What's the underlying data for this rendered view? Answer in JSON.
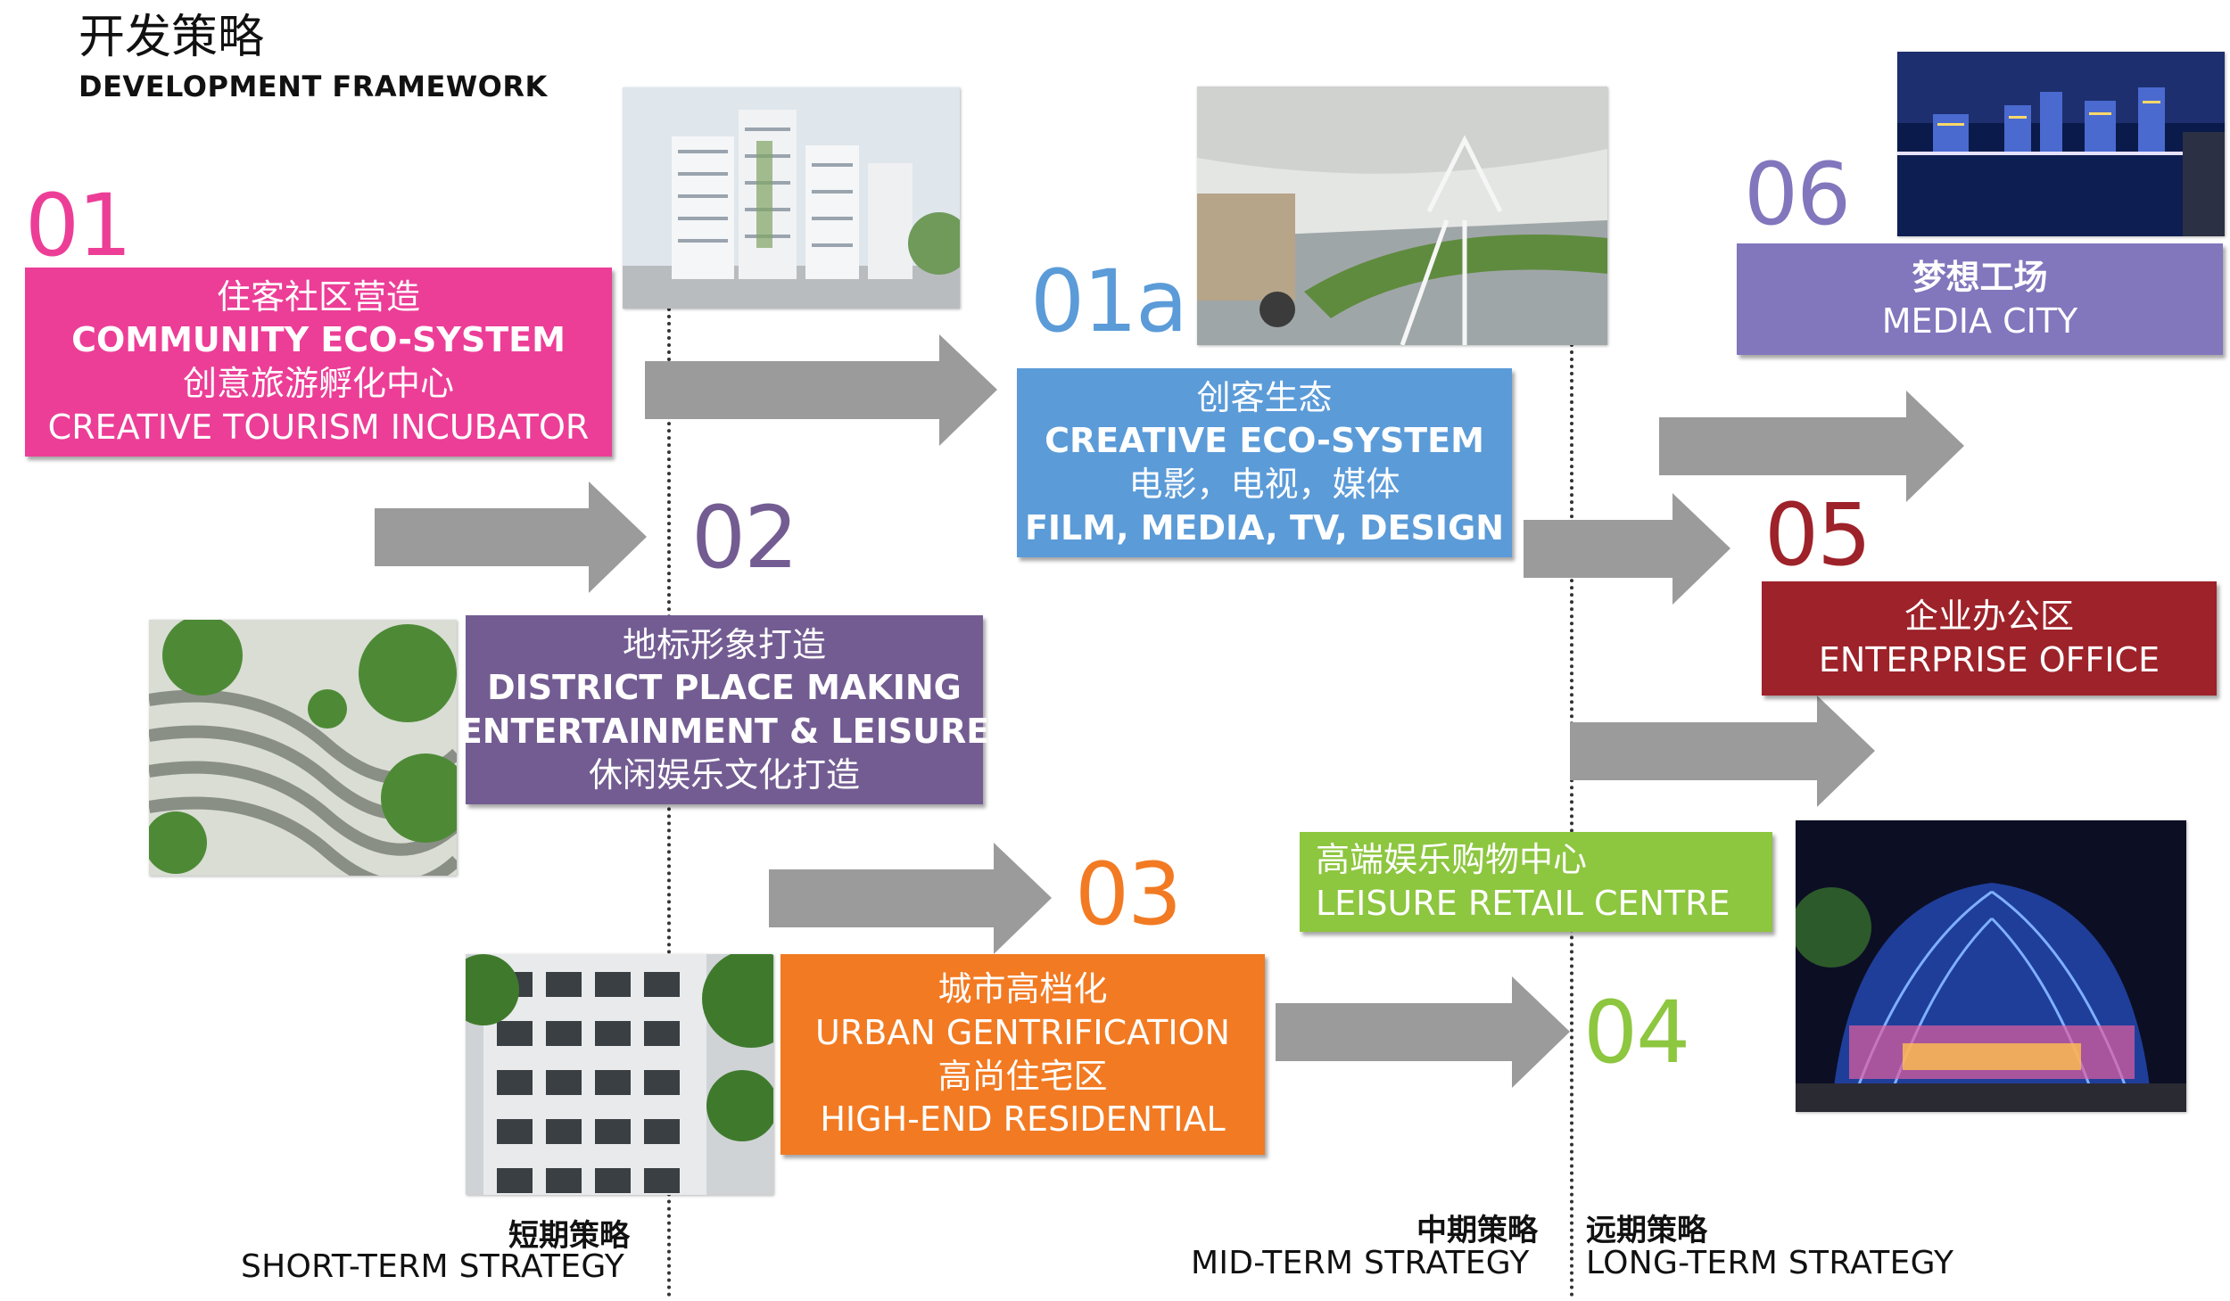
{
  "header": {
    "title_cn": "开发策略",
    "title_en": "DEVELOPMENT FRAMEWORK"
  },
  "colors": {
    "pink": "#ec3e97",
    "purple": "#735c92",
    "blue": "#5b9bd8",
    "orange": "#f27a22",
    "green": "#8dc63f",
    "red": "#9d2229",
    "violet": "#8276bd",
    "arrow": "#9b9b9b"
  },
  "stages": [
    {
      "id": "01",
      "lines": [
        "住客社区营造",
        "COMMUNITY ECO-SYSTEM",
        "创意旅游孵化中心",
        "CREATIVE TOURISM INCUBATOR"
      ]
    },
    {
      "id": "02",
      "lines": [
        "地标形象打造",
        "DISTRICT PLACE MAKING",
        "ENTERTAINMENT & LEISURE",
        "休闲娱乐文化打造"
      ]
    },
    {
      "id": "01a",
      "lines": [
        "创客生态",
        "CREATIVE ECO-SYSTEM",
        "电影，电视，媒体",
        "FILM, MEDIA, TV, DESIGN"
      ]
    },
    {
      "id": "03",
      "lines": [
        "城市高档化",
        "URBAN GENTRIFICATION",
        "高尚住宅区",
        "HIGH-END RESIDENTIAL"
      ]
    },
    {
      "id": "04",
      "lines": [
        "高端娱乐购物中心",
        "LEISURE RETAIL CENTRE"
      ]
    },
    {
      "id": "05",
      "lines": [
        "企业办公区",
        "ENTERPRISE OFFICE"
      ]
    },
    {
      "id": "06",
      "lines": [
        "梦想工场",
        "MEDIA CITY"
      ]
    }
  ],
  "timeline": [
    {
      "cn": "短期策略",
      "en": "SHORT-TERM STRATEGY"
    },
    {
      "cn": "中期策略",
      "en": "MID-TERM STRATEGY"
    },
    {
      "cn": "远期策略",
      "en": "LONG-TERM STRATEGY"
    }
  ]
}
